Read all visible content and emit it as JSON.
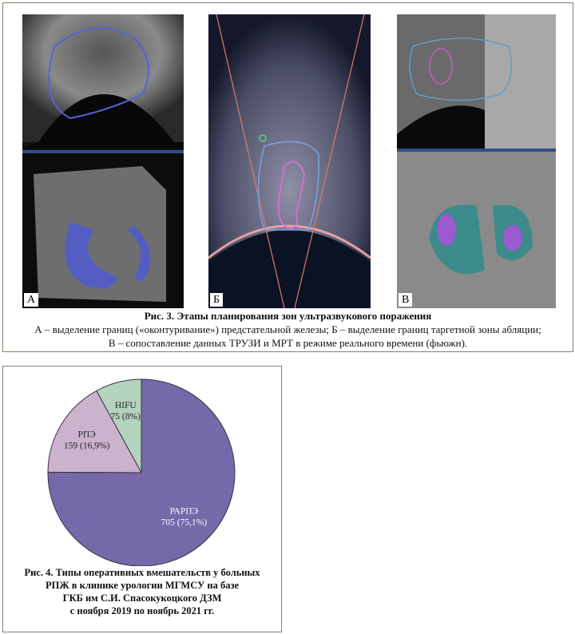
{
  "figure3": {
    "panels": [
      {
        "label": "А"
      },
      {
        "label": "Б"
      },
      {
        "label": "В"
      }
    ],
    "title": "Рис. 3. Этапы планирования зон ультразвукового поражения",
    "caption_line1": "А – выделение границ («оконтуривание») предстательной железы; Б – выделение границ таргетной зоны абляции;",
    "caption_line2": "В – сопоставление данных ТРУЗИ и МРТ в режиме реального времени (фьюжн)."
  },
  "figure4": {
    "caption_lines": [
      "Рис. 4. Типы оперативных вмешательств у больных",
      "РПЖ в клинике урологии МГМСУ на базе",
      "ГКБ им С.И. Спасокукоцкого ДЗМ",
      "с ноября 2019 по ноябрь 2021 гг."
    ]
  },
  "chart_data": {
    "type": "pie",
    "title": "Рис. 4. Типы оперативных вмешательств у больных РПЖ в клинике урологии МГМСУ на базе ГКБ им С.И. Спасокукоцкого ДЗМ с ноября 2019 по ноябрь 2021 гг.",
    "slices": [
      {
        "name": "HIFU",
        "value": 75,
        "percent_label": "75 (8%)",
        "percent": 8,
        "color": "#b3d3bd"
      },
      {
        "name": "РПЭ",
        "value": 159,
        "percent_label": "159 (16,9%)",
        "percent": 16.9,
        "color": "#cbb3cd"
      },
      {
        "name": "РАРПЭ",
        "value": 705,
        "percent_label": "705 (75,1%)",
        "percent": 75.1,
        "color": "#7569aa"
      }
    ],
    "start": "top",
    "direction": "counter-clockwise"
  }
}
